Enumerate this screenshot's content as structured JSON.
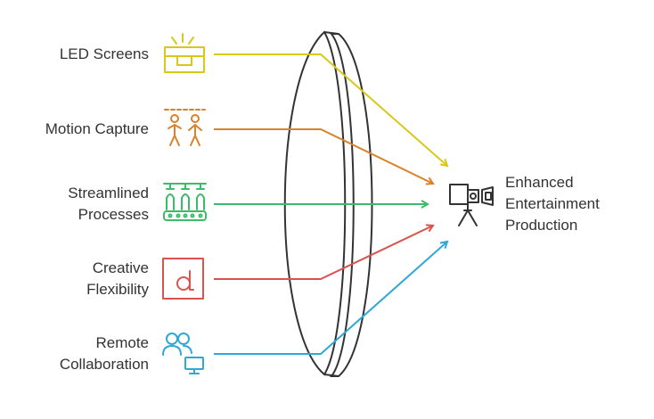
{
  "inputs": [
    {
      "label_lines": [
        "LED Screens"
      ],
      "icon": "led-screen-icon",
      "color": "#d7c81a"
    },
    {
      "label_lines": [
        "Motion Capture"
      ],
      "icon": "motion-capture-icon",
      "color": "#d9822b"
    },
    {
      "label_lines": [
        "Streamlined",
        "Processes"
      ],
      "icon": "assembly-line-icon",
      "color": "#3dba6a"
    },
    {
      "label_lines": [
        "Creative",
        "Flexibility"
      ],
      "icon": "creative-d-icon",
      "color": "#d9534f"
    },
    {
      "label_lines": [
        "Remote",
        "Collaboration"
      ],
      "icon": "remote-team-icon",
      "color": "#2ea8d6"
    }
  ],
  "output": {
    "label_lines": [
      "Enhanced",
      "Entertainment",
      "Production"
    ],
    "icon": "video-camera-icon",
    "color": "#333333"
  },
  "lens_color": "#333333"
}
